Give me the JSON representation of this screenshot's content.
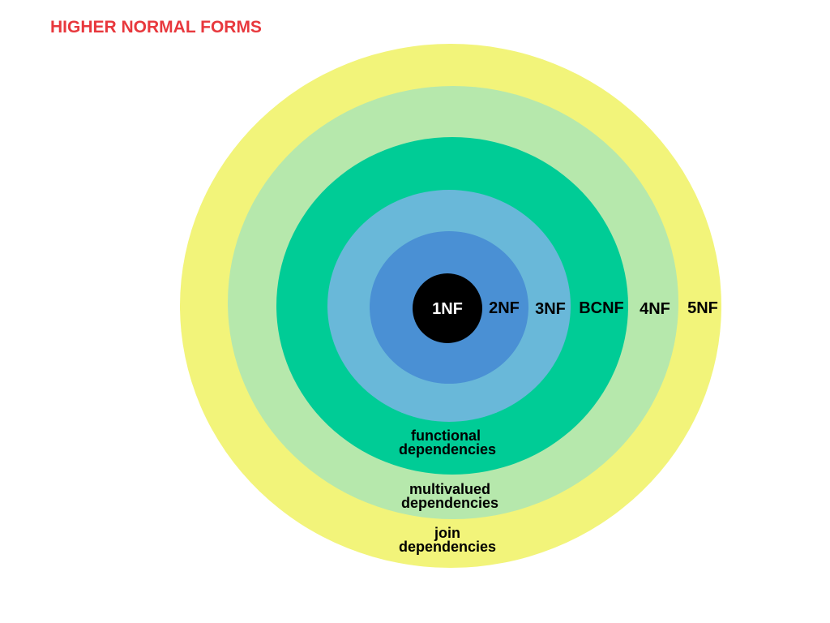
{
  "slide": {
    "title": "HIGHER NORMAL FORMS",
    "title_color": "#e8383d"
  },
  "diagram": {
    "rings": [
      {
        "id": "5nf",
        "label": "5NF",
        "color": "#f2f47a"
      },
      {
        "id": "4nf",
        "label": "4NF",
        "color": "#b6e8ac"
      },
      {
        "id": "bcnf",
        "label": "BCNF",
        "color": "#00cc96"
      },
      {
        "id": "3nf",
        "label": "3NF",
        "color": "#69b8d9"
      },
      {
        "id": "2nf",
        "label": "2NF",
        "color": "#4a90d4"
      },
      {
        "id": "1nf",
        "label": "1NF",
        "color": "#000000",
        "label_color": "#ffffff"
      }
    ],
    "dependencies": {
      "functional": {
        "line1": "functional",
        "line2": "dependencies"
      },
      "multivalued": {
        "line1": "multivalued",
        "line2": "dependencies"
      },
      "join": {
        "line1": "join",
        "line2": "dependencies"
      }
    }
  }
}
